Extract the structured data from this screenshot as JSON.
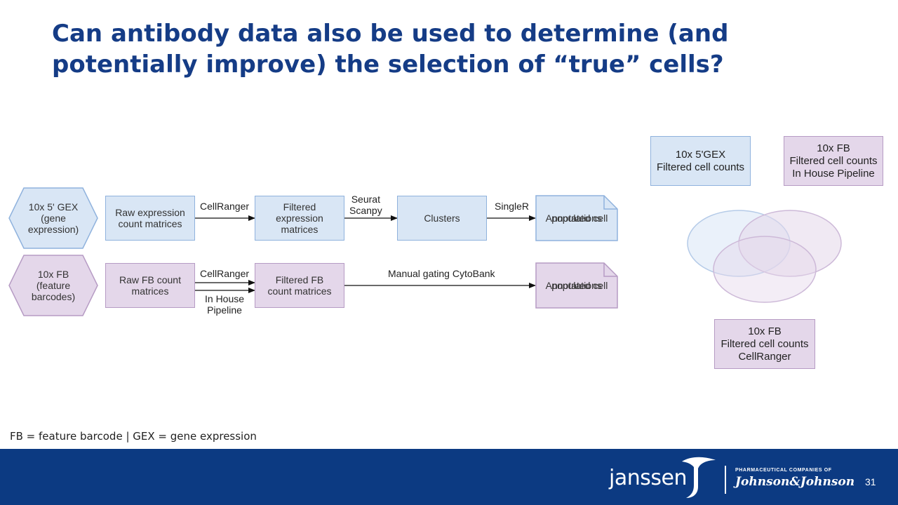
{
  "slide": {
    "title_line1": "Can antibody data also be used to determine (and",
    "title_line2": "potentially improve) the selection of “true” cells?",
    "footnote": "FB = feature barcode | GEX = gene expression",
    "page_number": "31"
  },
  "flow": {
    "gex_row": {
      "source_line1": "10x 5' GEX",
      "source_line2": "(gene",
      "source_line3": "expression)",
      "raw_line1": "Raw expression",
      "raw_line2": "count matrices",
      "edge1_label": "CellRanger",
      "filtered_line1": "Filtered",
      "filtered_line2": "expression",
      "filtered_line3": "matrices",
      "edge2_line1": "Seurat",
      "edge2_line2": "Scanpy",
      "clusters": "Clusters",
      "edge3_label": "SingleR",
      "annotated_line1": "Annotated cell",
      "annotated_line2": "populations"
    },
    "fb_row": {
      "source_line1": "10x FB",
      "source_line2": "(feature",
      "source_line3": "barcodes)",
      "raw_line1": "Raw FB count",
      "raw_line2": "matrices",
      "edge1_top": "CellRanger",
      "edge1_bottom_line1": "In House",
      "edge1_bottom_line2": "Pipeline",
      "filtered_line1": "Filtered FB",
      "filtered_line2": "count matrices",
      "edge2_label": "Manual gating CytoBank",
      "annotated_line1": "Annotated cell",
      "annotated_line2": "populations"
    }
  },
  "venn": {
    "gex_box_line1": "10x 5'GEX",
    "gex_box_line2": "Filtered cell counts",
    "fb_inhouse_line1": "10x FB",
    "fb_inhouse_line2": "Filtered cell counts",
    "fb_inhouse_line3": "In House Pipeline",
    "fb_cellranger_line1": "10x FB",
    "fb_cellranger_line2": "Filtered cell counts",
    "fb_cellranger_line3": "CellRanger"
  },
  "footer": {
    "brand": "janssen",
    "pharma": "PHARMACEUTICAL COMPANIES OF",
    "jnj": "Johnson&Johnson"
  },
  "colors": {
    "title": "#153c86",
    "gex_fill": "#d9e6f5",
    "fb_fill": "#e4d7ea",
    "footer_bg": "#0c3a82"
  }
}
